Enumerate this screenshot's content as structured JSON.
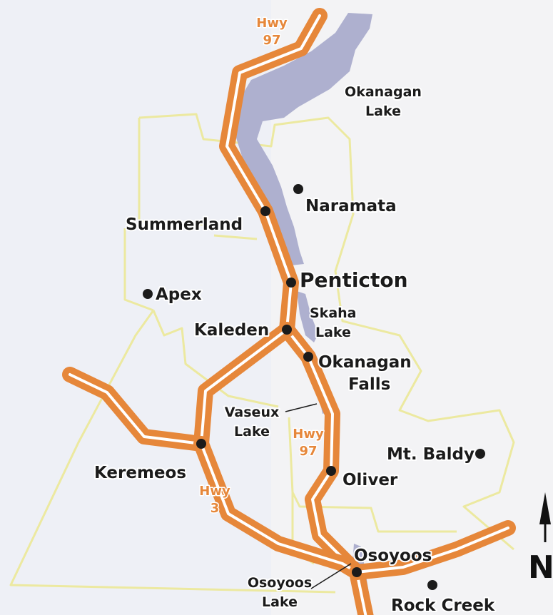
{
  "colors": {
    "highway": "#e6873a",
    "water": "#aeb0cf",
    "regional_boundary": "#ece9a0",
    "background": "#eef0f6",
    "text": "#1b1b1b"
  },
  "highways": {
    "hwy97_top": {
      "line1": "Hwy",
      "line2": "97"
    },
    "hwy97_mid": {
      "line1": "Hwy",
      "line2": "97"
    },
    "hwy3": {
      "line1": "Hwy",
      "line2": "3"
    }
  },
  "lakes": {
    "okanagan": {
      "line1": "Okanagan",
      "line2": "Lake"
    },
    "skaha": {
      "line1": "Skaha",
      "line2": "Lake"
    },
    "vaseux": {
      "line1": "Vaseux",
      "line2": "Lake"
    },
    "osoyoos": {
      "line1": "Osoyoos",
      "line2": "Lake"
    }
  },
  "towns": {
    "naramata": "Naramata",
    "summerland": "Summerland",
    "penticton": "Penticton",
    "apex": "Apex",
    "kaleden": "Kaleden",
    "okanagan_falls": {
      "line1": "Okanagan",
      "line2": "Falls"
    },
    "keremeos": "Keremeos",
    "mt_baldy": "Mt. Baldy",
    "oliver": "Oliver",
    "osoyoos": "Osoyoos",
    "rock_creek": "Rock Creek"
  },
  "north_arrow": {
    "label": "N",
    "icon": "north-arrow-icon"
  }
}
